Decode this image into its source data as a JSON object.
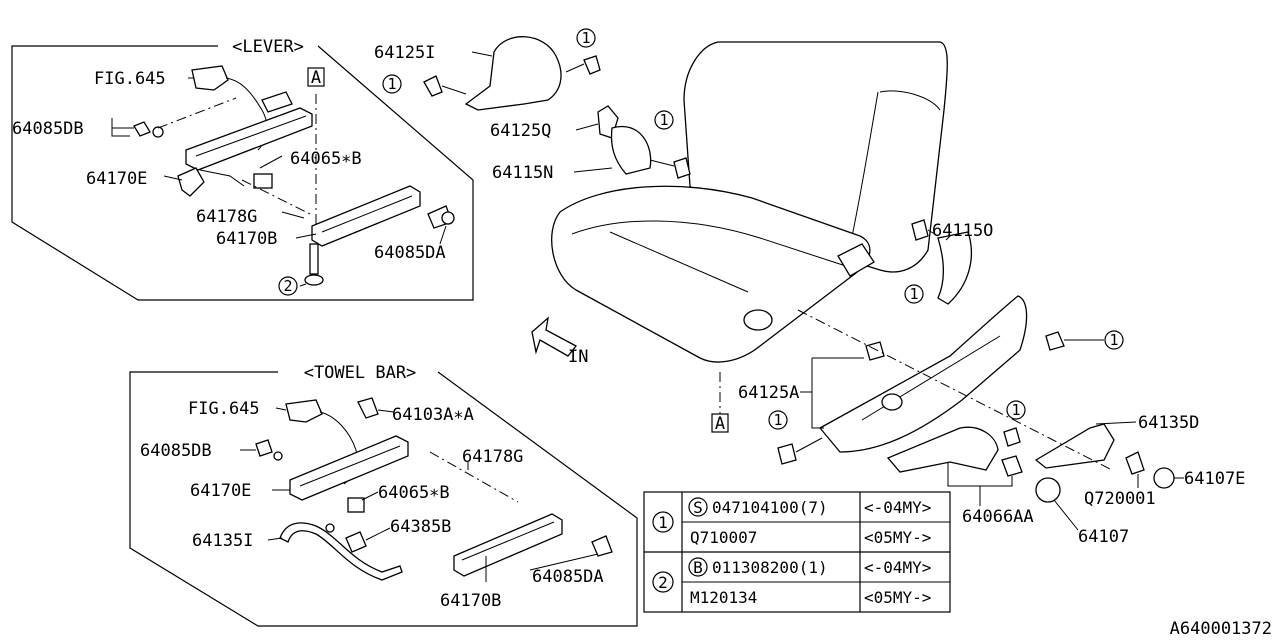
{
  "diagram_id": "A640001372",
  "lever_panel": {
    "title": "<LEVER>",
    "labels": {
      "fig": "FIG.645",
      "p64085DB": "64085DB",
      "p64170E": "64170E",
      "p64065B": "64065∗B",
      "p64178G": "64178G",
      "p64170B": "64170B",
      "p64085DA": "64085DA",
      "callout_a": "A",
      "callout_2": "2"
    }
  },
  "towel_panel": {
    "title": "<TOWEL BAR>",
    "labels": {
      "fig": "FIG.645",
      "p64103A": "64103A∗A",
      "p64178G": "64178G",
      "p64085DB": "64085DB",
      "p64170E": "64170E",
      "p64065B": "64065∗B",
      "p64135I": "64135I",
      "p64385B": "64385B",
      "p64085DA": "64085DA",
      "p64170B": "64170B"
    }
  },
  "main_labels": {
    "p64125I": "64125I",
    "p64125Q": "64125Q",
    "p64115N": "64115N",
    "p64115O": "64115O",
    "p64125A": "64125A",
    "p64135D": "64135D",
    "p64107E": "64107E",
    "pQ720001": "Q720001",
    "p64066AA": "64066AA",
    "p64107": "64107",
    "in_arrow": "IN",
    "callout_a": "A",
    "callout_1": "1"
  },
  "ref_table": {
    "rows": [
      {
        "ref": "1",
        "part": "047104100(7)",
        "prefix": "S",
        "range": "<-04MY>"
      },
      {
        "ref": "",
        "part": "Q710007",
        "prefix": "",
        "range": "<05MY->"
      },
      {
        "ref": "2",
        "part": "011308200(1)",
        "prefix": "B",
        "range": "<-04MY>"
      },
      {
        "ref": "",
        "part": "M120134",
        "prefix": "",
        "range": "<05MY->"
      }
    ]
  }
}
